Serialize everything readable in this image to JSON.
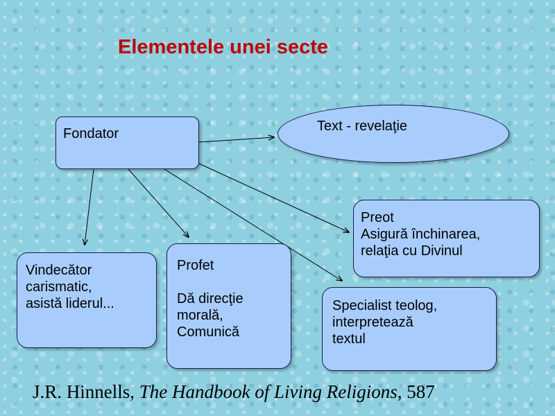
{
  "title": "Elementele unei secte",
  "nodes": {
    "fondator": "Fondator",
    "text_revelatie": "Text - revelaţie",
    "preot": [
      "Preot",
      "Asigură închinarea,",
      "relaţia cu Divinul"
    ],
    "vindecator": [
      "Vindecător",
      "carismatic,",
      "asistă liderul..."
    ],
    "profet": [
      "Profet",
      "Dă direcţie",
      "morală,",
      "Comunică"
    ],
    "specialist": [
      "Specialist teolog,",
      "interpretează",
      "textul"
    ]
  },
  "citation": {
    "author": "J.R. Hinnells, ",
    "book": "The Handbook of Living Religions",
    "page": ", 587"
  }
}
